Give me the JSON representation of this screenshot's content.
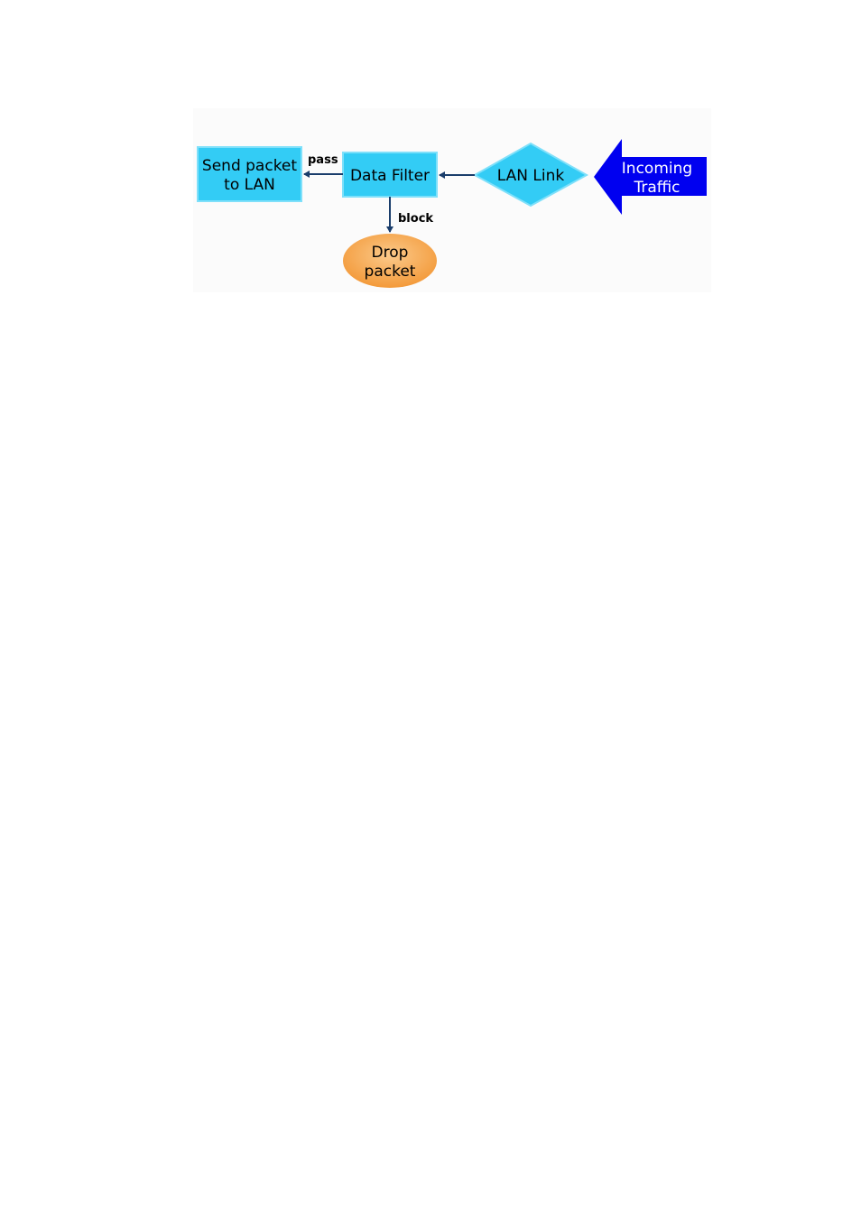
{
  "nodes": {
    "send_packet": {
      "line1": "Send packet",
      "line2": "to LAN"
    },
    "data_filter": {
      "label": "Data Filter"
    },
    "lan_link": {
      "label": "LAN Link"
    },
    "incoming": {
      "line1": "Incoming",
      "line2": "Traffic"
    },
    "drop_packet": {
      "line1": "Drop",
      "line2": "packet"
    }
  },
  "edges": {
    "pass": "pass",
    "block": "block"
  },
  "colors": {
    "process_fill": "#33ccf5",
    "process_stroke": "#6fdcf8",
    "incoming_fill": "#0000f0",
    "drop_fill": "#f5a040",
    "arrow": "#1a3d6b",
    "background": "#fbfbfb"
  }
}
